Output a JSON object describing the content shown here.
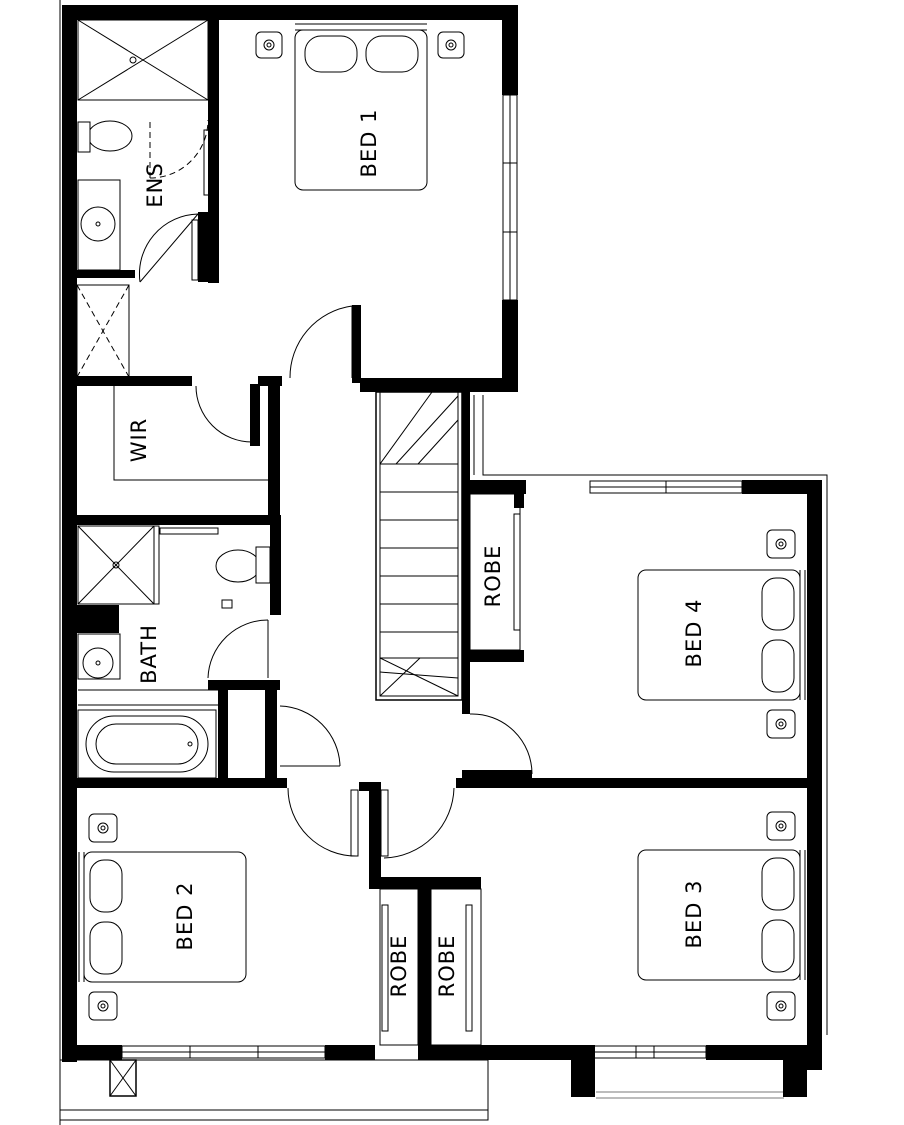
{
  "plan": {
    "rooms": {
      "bed1": "BED 1",
      "bed2": "BED 2",
      "bed3": "BED 3",
      "bed4": "BED 4",
      "ens": "ENS",
      "wir": "WIR",
      "bath": "BATH",
      "robe_bed4": "ROBE",
      "robe_bed2": "ROBE",
      "robe_bed3": "ROBE"
    }
  }
}
